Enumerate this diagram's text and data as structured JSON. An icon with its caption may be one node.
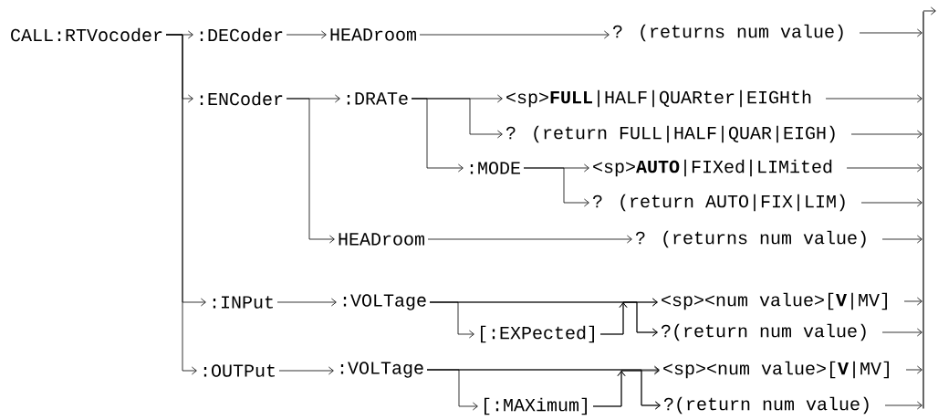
{
  "diagram": {
    "nodes": [
      {
        "text": [
          "CALL:RTVocoder"
        ]
      },
      {
        "text": [
          ":DECoder"
        ]
      },
      {
        "text": [
          "HEADroom"
        ]
      },
      {
        "text": [
          "? (returns num value)"
        ]
      },
      {
        "text": [
          ":ENCoder"
        ]
      },
      {
        "text": [
          ":DRATe"
        ]
      },
      {
        "text": [
          "<sp>**FULL**|HALF|QUARter|EIGHth"
        ]
      },
      {
        "text": [
          "? (return FULL|HALF|QUAR|EIGH)"
        ]
      },
      {
        "text": [
          ":MODE"
        ]
      },
      {
        "text": [
          "<sp>**AUTO**|FIXed|LIMited"
        ]
      },
      {
        "text": [
          "? (return AUTO|FIX|LIM)"
        ]
      },
      {
        "text": [
          "HEADroom"
        ]
      },
      {
        "text": [
          "? (returns num value)"
        ]
      },
      {
        "text": [
          ":INPut"
        ]
      },
      {
        "text": [
          ":VOLTage"
        ]
      },
      {
        "text": [
          "[:EXPected]"
        ]
      },
      {
        "text": [
          "<sp><num value>[**V**|MV]"
        ]
      },
      {
        "text": [
          "?(return num value)"
        ]
      },
      {
        "text": [
          ":OUTPut"
        ]
      },
      {
        "text": [
          ":VOLTage"
        ]
      },
      {
        "text": [
          "[:MAXimum]"
        ]
      },
      {
        "text": [
          "<sp><num value>[**V**|MV]"
        ]
      },
      {
        "text": [
          "?(return num value)"
        ]
      },
      {
        "text": [],
        "shape": "bar"
      }
    ],
    "edges": [
      {
        "from": 0,
        "to": 1,
        "arrow": "to"
      },
      {
        "from": 0,
        "to": 4,
        "arrow": "to"
      },
      {
        "from": 0,
        "to": 13,
        "arrow": "to"
      },
      {
        "from": 0,
        "to": 18,
        "arrow": "to"
      },
      {
        "from": 1,
        "to": 2,
        "arrow": "to"
      },
      {
        "from": 2,
        "to": 3,
        "arrow": "to"
      },
      {
        "from": 3,
        "to": 23,
        "arrow": "to"
      },
      {
        "from": 4,
        "to": 5,
        "arrow": "to"
      },
      {
        "from": 4,
        "to": 11,
        "arrow": "to"
      },
      {
        "from": 5,
        "to": 6,
        "arrow": "to"
      },
      {
        "from": 5,
        "to": 7,
        "arrow": "to"
      },
      {
        "from": 5,
        "to": 8,
        "arrow": "to"
      },
      {
        "from": 6,
        "to": 23,
        "arrow": "to"
      },
      {
        "from": 7,
        "to": 23,
        "arrow": "to"
      },
      {
        "from": 8,
        "to": 9,
        "arrow": "to"
      },
      {
        "from": 8,
        "to": 10,
        "arrow": "to"
      },
      {
        "from": 9,
        "to": 23,
        "arrow": "to"
      },
      {
        "from": 10,
        "to": 23,
        "arrow": "to"
      },
      {
        "from": 11,
        "to": 12,
        "arrow": "to"
      },
      {
        "from": 12,
        "to": 23,
        "arrow": "to"
      },
      {
        "from": 13,
        "to": 14,
        "arrow": "to"
      },
      {
        "from": 14,
        "to": 15,
        "arrow": "to"
      },
      {
        "from": 14,
        "to": 16,
        "arrow": "to"
      },
      {
        "from": 14,
        "to": 17,
        "arrow": "to"
      },
      {
        "from": 15,
        "to": 16,
        "arrow": "to"
      },
      {
        "from": 15,
        "to": 17,
        "arrow": "to"
      },
      {
        "from": 16,
        "to": 23,
        "arrow": "to"
      },
      {
        "from": 17,
        "to": 23,
        "arrow": "to"
      },
      {
        "from": 18,
        "to": 19,
        "arrow": "to"
      },
      {
        "from": 19,
        "to": 20,
        "arrow": "to"
      },
      {
        "from": 19,
        "to": 21,
        "arrow": "to"
      },
      {
        "from": 19,
        "to": 22,
        "arrow": "to"
      },
      {
        "from": 20,
        "to": 21,
        "arrow": "to"
      },
      {
        "from": 20,
        "to": 22,
        "arrow": "to"
      },
      {
        "from": 21,
        "to": 23,
        "arrow": "to"
      },
      {
        "from": 22,
        "to": 23,
        "arrow": "to"
      },
      {
        "from": 23,
        "to": null,
        "arrow": "to"
      }
    ]
  }
}
